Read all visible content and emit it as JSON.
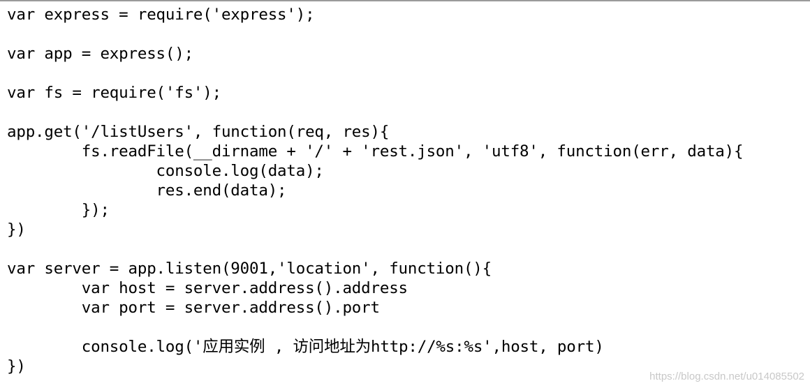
{
  "code": {
    "lines": [
      "var express = require('express');",
      "",
      "var app = express();",
      "",
      "var fs = require('fs');",
      "",
      "app.get('/listUsers', function(req, res){",
      "        fs.readFile(__dirname + '/' + 'rest.json', 'utf8', function(err, data){",
      "                console.log(data);",
      "                res.end(data);",
      "        });",
      "})",
      "",
      "var server = app.listen(9001,'location', function(){",
      "        var host = server.address().address",
      "        var port = server.address().port",
      "",
      "        console.log('应用实例 , 访问地址为http://%s:%s',host, port)",
      "})"
    ]
  },
  "watermark": {
    "text": "https://blog.csdn.net/u014085502"
  }
}
